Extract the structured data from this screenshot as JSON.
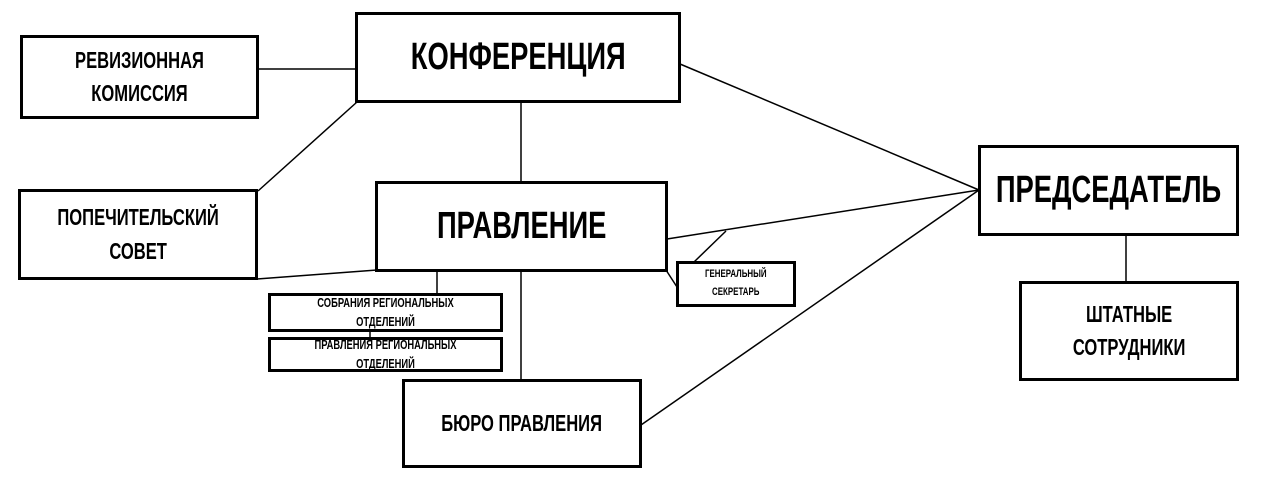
{
  "nodes": {
    "conference": "КОНФЕРЕНЦИЯ",
    "audit_commission": "РЕВИЗИОННАЯ\nКОМИССИЯ",
    "board_of_trustees": "ПОПЕЧИТЕЛЬСКИЙ\nСОВЕТ",
    "board": "ПРАВЛЕНИЕ",
    "chairman": "ПРЕДСЕДАТЕЛЬ",
    "general_secretary": "ГЕНЕРАЛЬНЫЙ\nСЕКРЕТАРЬ",
    "regional_meetings": "СОБРАНИЯ РЕГИОНАЛЬНЫХ ОТДЕЛЕНИЙ",
    "regional_boards": "ПРАВЛЕНИЯ РЕГИОНАЛЬНЫХ ОТДЕЛЕНИЙ",
    "board_bureau": "БЮРО ПРАВЛЕНИЯ",
    "staff": "ШТАТНЫЕ\nСОТРУДНИКИ"
  }
}
